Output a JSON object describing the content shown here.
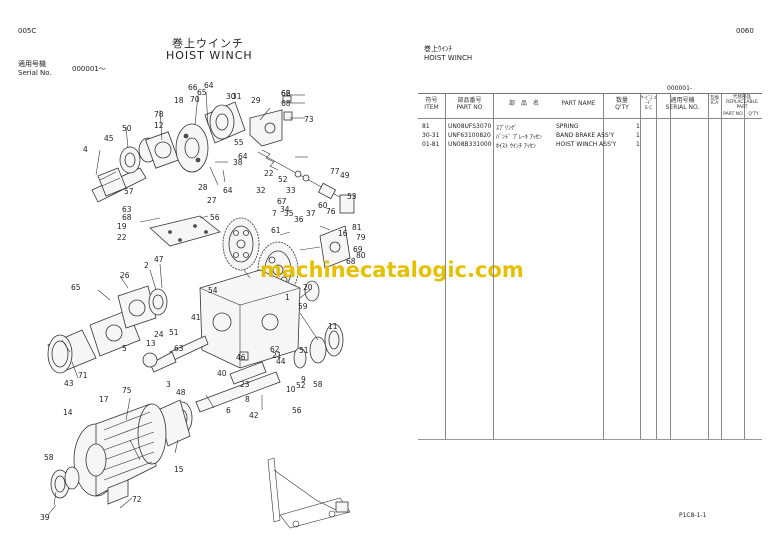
{
  "left_page": {
    "page_code": "005C",
    "title_jp": "巻上ウインチ",
    "title_en": "HOIST   WINCH",
    "applicable_label_jp": "適用号機",
    "serial_label": "Serial No.",
    "serial_value": "000001～"
  },
  "right_page": {
    "page_code": "0060",
    "title_jp": "巻上ｳｲﾝﾁ",
    "title_en": "HOIST WINCH",
    "serial_value": "000001-",
    "footer_code": "P1C8-1-1"
  },
  "table": {
    "headers": {
      "item_jp": "符号",
      "item_en": "ITEM",
      "partno_jp": "部品番号",
      "partno_en": "PART NO",
      "name_jp": "部　品　名",
      "name_en": "PART NAME",
      "qty_jp": "数量",
      "qty_en": "Q'TY",
      "sc_jp": "ｻｰﾋﾞｽ ｺｰﾄﾞ",
      "sc_en": "S C",
      "serial_jp": "適用号機",
      "serial_en": "SERIAL NO.",
      "ica_jp": "互換",
      "ica_en": "ICA",
      "rep_jp": "代替部品",
      "rep_en": "REPLACEABLE PART",
      "rep_partno": "PART NO",
      "rep_qty": "Q'TY"
    },
    "rows": [
      {
        "item": "81",
        "part_no": "UN08UFS3070",
        "name_jp": "ｽﾌﾟﾘﾝｸﾞ",
        "name_en": "SPRING",
        "qty": "1"
      },
      {
        "item": "30-31",
        "part_no": "UNF63100820",
        "name_jp": "ﾊﾞﾝﾄﾞ ﾌﾞﾚｰｷ ｱｯｾﾝ",
        "name_en": "BAND BRAKE ASS'Y",
        "qty": "1"
      },
      {
        "item": "01-81",
        "part_no": "UN08B331000",
        "name_jp": "ﾎｲｽﾄ ｳｲﾝﾁ ｱｯｾﾝ",
        "name_en": "HOIST WINCH ASS'Y",
        "qty": "1"
      }
    ]
  },
  "watermark": "machinecatalogic.com",
  "callouts": [
    "62",
    "68",
    "73",
    "64",
    "65",
    "66",
    "70",
    "18",
    "30",
    "31",
    "29",
    "55",
    "64",
    "38",
    "28",
    "64",
    "22",
    "52",
    "32",
    "33",
    "34",
    "35",
    "36",
    "37",
    "60",
    "76",
    "49",
    "53",
    "77",
    "27",
    "78",
    "12",
    "50",
    "45",
    "57",
    "4",
    "63",
    "68",
    "19",
    "22",
    "56",
    "81",
    "16",
    "79",
    "69",
    "68",
    "80",
    "65",
    "26",
    "2",
    "47",
    "54",
    "1",
    "59",
    "9",
    "51",
    "11",
    "41",
    "24",
    "51",
    "13",
    "63",
    "5",
    "46",
    "10",
    "52",
    "58",
    "71",
    "43",
    "75",
    "3",
    "48",
    "14",
    "17",
    "6",
    "56",
    "42",
    "58",
    "15",
    "72",
    "39",
    "62",
    "21",
    "40",
    "44",
    "20",
    "61",
    "23",
    "8",
    "7",
    "67",
    "66"
  ]
}
